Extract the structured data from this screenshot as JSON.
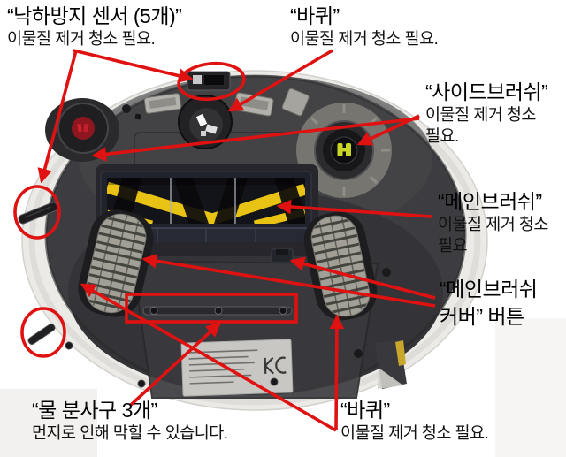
{
  "colors": {
    "annotation": "#df1111",
    "body_plate": "#3d3d41",
    "shell": "#ebeae6",
    "brush_yellow": "#e9c313",
    "wheel_gray": "#a19f96",
    "side_brush_left_cap": "#8e161e",
    "side_brush_right_pegs": "#c9d624"
  },
  "labels": {
    "drop_sensor": {
      "title": "“낙하방지 센서 (5개)”",
      "lines": [
        "이물질 제거 청소 필요."
      ]
    },
    "wheel_top": {
      "title": "“바퀴”",
      "lines": [
        "이물질 제거 청소 필요."
      ]
    },
    "side_brush": {
      "title": "“사이드브러쉬”",
      "lines": [
        "이물질 제거 청소",
        "필요."
      ]
    },
    "main_brush": {
      "title": "“메인브러쉬”",
      "lines": [
        "이물질 제거 청소",
        "필요"
      ]
    },
    "cover_button": {
      "title_lines": [
        "“메인브러쉬",
        "커버” 버튼"
      ]
    },
    "water_nozzle": {
      "title": "“물 분사구 3개”",
      "lines": [
        "먼지로 인해 막힐 수 있습니다."
      ]
    },
    "wheel_bottom": {
      "title": "“바퀴”",
      "lines": [
        "이물질 제거 청소 필요."
      ]
    }
  }
}
